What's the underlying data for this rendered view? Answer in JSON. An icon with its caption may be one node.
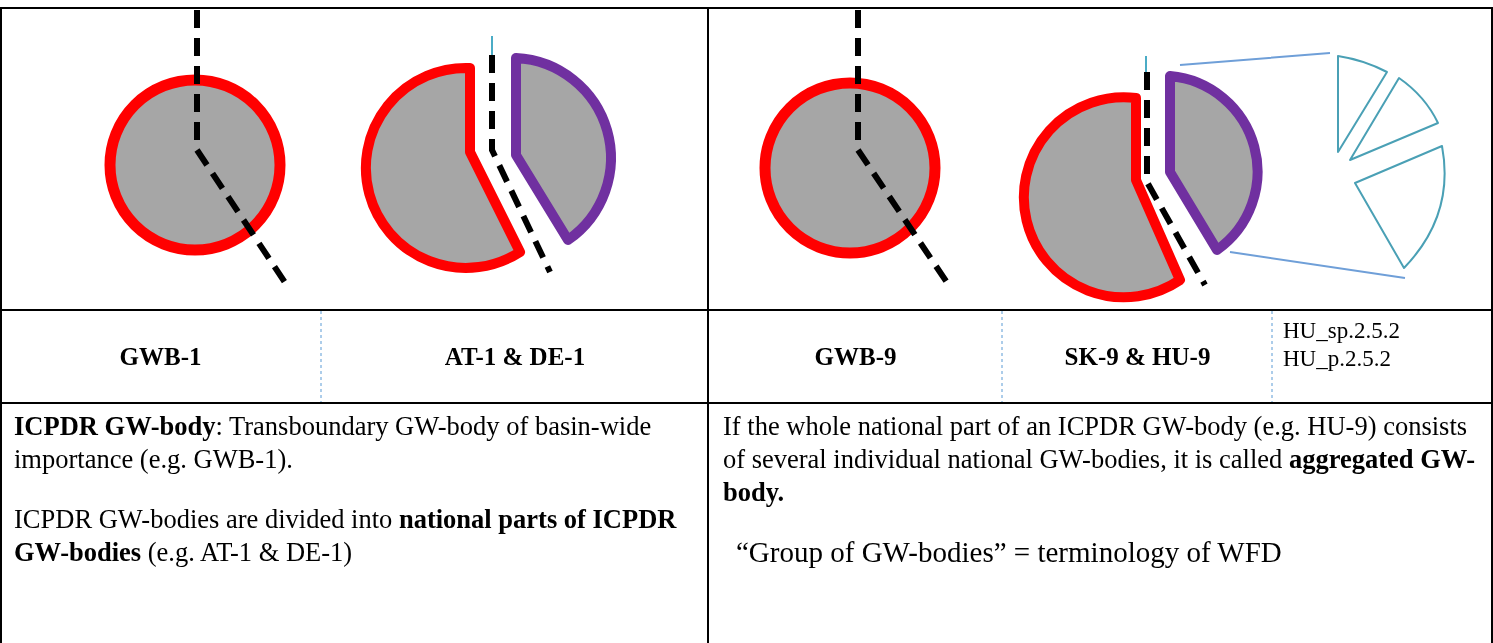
{
  "diagram": {
    "labels": [
      "GWB-1",
      "AT-1 & DE-1",
      "GWB-9",
      "SK-9 & HU-9",
      "HU_sp.2.5.2",
      "HU_p.2.5.2",
      "**ICPDR GW-body**: Transboundary GW-body of basin-wide importance (e.g. GWB-1).",
      "ICPDR GW-bodies are divided into **national parts of ICPDR GW-bodies** (e.g. AT-1 & DE-1)",
      "If the whole national part of an ICPDR GW-body (e.g. HU-9) consists of several individual national GW-bodies, it is called **aggregated GW-body.**",
      "“Group of GW-bodies” = terminology of WFD"
    ]
  }
}
